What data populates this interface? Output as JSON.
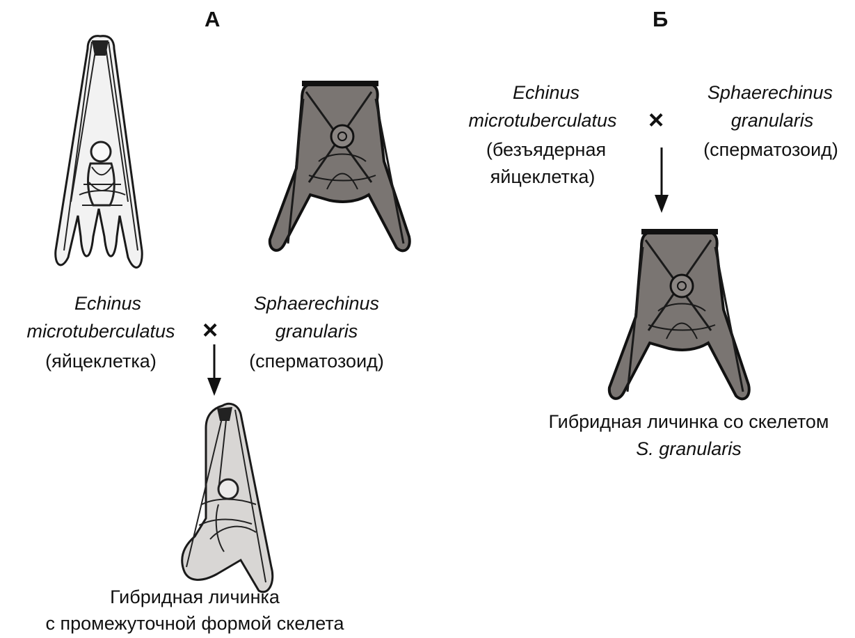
{
  "panels": {
    "a": "А",
    "b": "Б"
  },
  "cross_symbol": "×",
  "panel_a": {
    "egg": {
      "genus": "Echinus",
      "species": "microtuberculatus",
      "note": "(яйцеклетка)"
    },
    "sperm": {
      "genus": "Sphaerechinus",
      "species": "granularis",
      "note": "(сперматозоид)"
    },
    "result": {
      "line1": "Гибридная личинка",
      "line2": "с промежуточной формой скелета"
    }
  },
  "panel_b": {
    "egg": {
      "genus": "Echinus",
      "species": "microtuberculatus",
      "note1": "(безъядерная",
      "note2": "яйцеклетка)"
    },
    "sperm": {
      "genus": "Sphaerechinus",
      "species": "granularis",
      "note": "(сперматозоид)"
    },
    "result": {
      "line1": "Гибридная личинка со скелетом",
      "line2": "S. granularis"
    }
  }
}
